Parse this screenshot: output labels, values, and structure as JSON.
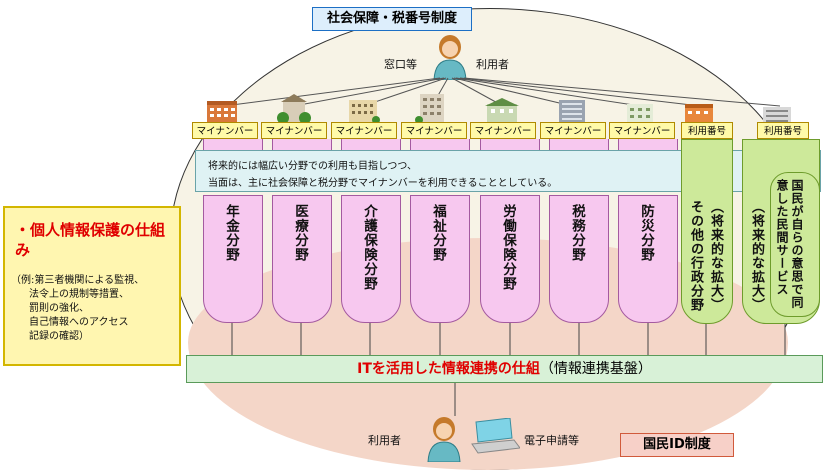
{
  "title": "社会保障・税番号制度",
  "bottom_title": "国民ID制度",
  "top_people": {
    "left_label": "窓口等",
    "right_label": "利用者"
  },
  "bottom_people": {
    "left_label": "利用者",
    "right_label": "電子申請等"
  },
  "plates": [
    "マイナンバー",
    "マイナンバー",
    "マイナンバー",
    "マイナンバー",
    "マイナンバー",
    "マイナンバー",
    "マイナンバー",
    "利用番号",
    "利用番号"
  ],
  "band": {
    "line1": "将来的には幅広い分野での利用も目指しつつ、",
    "line2": "当面は、主に社会保障と税分野でマイナンバーを利用できることとしている。"
  },
  "columns": [
    "年金分野",
    "医療分野",
    "介護保険分野",
    "福祉分野",
    "労働保険分野",
    "税務分野",
    "防災分野"
  ],
  "green_columns": [
    {
      "main": "その他の行政分野",
      "sub": "（将来的な拡大）"
    },
    {
      "main": "",
      "sub": "（将来的な拡大）"
    }
  ],
  "right_col": "国民が自らの意思で同意した民間サービス",
  "infra": {
    "emphasis": "ITを活用した情報連携の仕組",
    "rest": "（情報連携基盤）"
  },
  "left_box": {
    "title": "・個人情報保護の仕組み",
    "items": [
      "（例:第三者機関による監視、",
      "法令上の規制等措置、",
      "罰則の強化、",
      "自己情報へのアクセス",
      "記録の確認）"
    ]
  },
  "colors": {
    "accent_red": "#e00000",
    "pillar_pink": "#f7c8ef",
    "pillar_green": "#cde99a",
    "plate_yellow": "#fffaa8"
  },
  "icons": [
    "person-icon",
    "building-icon",
    "computer-icon"
  ]
}
